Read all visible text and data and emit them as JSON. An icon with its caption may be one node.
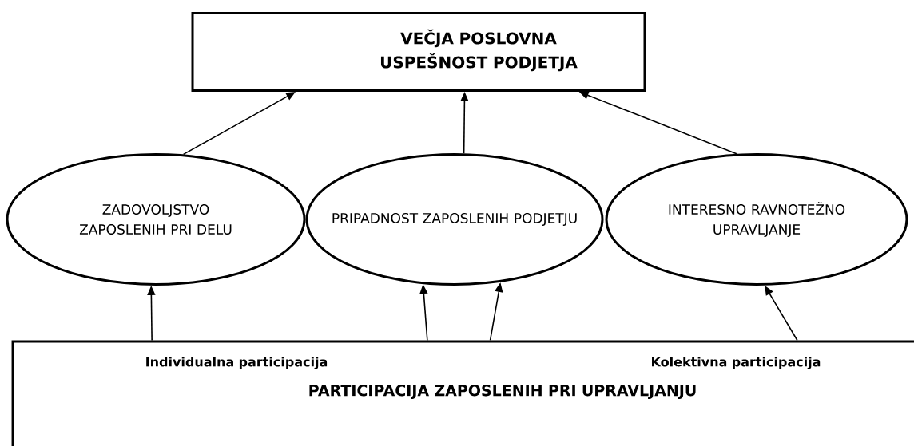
{
  "diagram": {
    "nodes": [
      {
        "text": [
          "VEČJA POSLOVNA USPEŠNOST PODJETJA"
        ]
      },
      {
        "text": [
          "ZADOVOLJSTVO ZAPOSLENIH PRI DELU"
        ]
      },
      {
        "text": [
          "PRIPADNOST ZAPOSLENIH PODJETJU"
        ]
      },
      {
        "text": [
          "INTERESNO RAVNOTEŽNO UPRAVLJANJE"
        ]
      },
      {
        "text": [
          "Individualna participacija",
          "Kolektivna participacija",
          "PARTICIPACIJA ZAPOSLENIH PRI UPRAVLJANJU"
        ]
      }
    ],
    "edges": [
      {
        "from": 1,
        "to": 0,
        "arrow": "to"
      },
      {
        "from": 2,
        "to": 0,
        "arrow": "to"
      },
      {
        "from": 3,
        "to": 0,
        "arrow": "to"
      },
      {
        "from": 4,
        "to": 1,
        "arrow": "to"
      },
      {
        "from": 4,
        "to": 2,
        "arrow": "to"
      },
      {
        "from": 4,
        "to": 2,
        "arrow": "to"
      },
      {
        "from": 4,
        "to": 3,
        "arrow": "to"
      }
    ]
  }
}
